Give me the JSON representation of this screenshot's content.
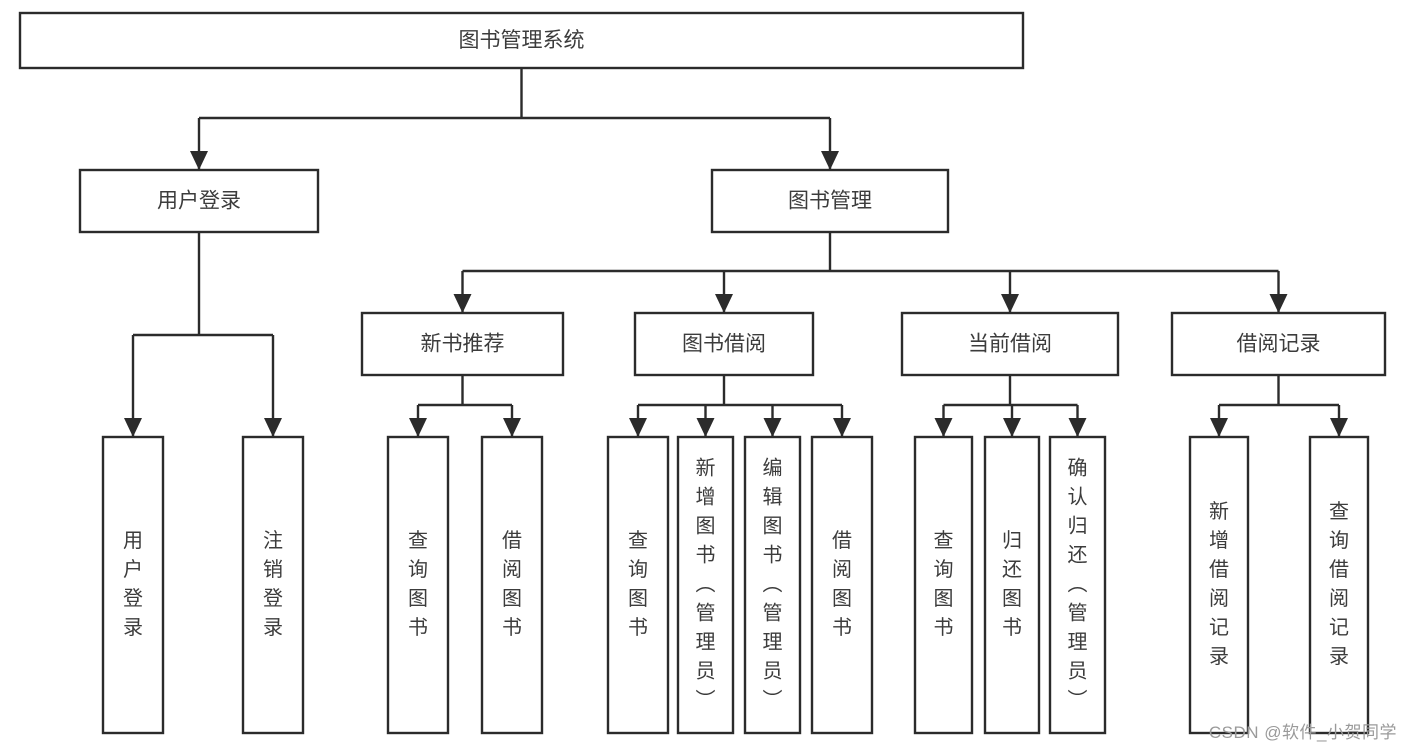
{
  "diagram": {
    "title": "图书管理系统",
    "type": "tree-hierarchy-chart",
    "watermark": "CSDN @软件_小贺同学",
    "colors": {
      "box_stroke": "#2b2b2b",
      "box_fill": "#ffffff",
      "text": "#3c3c3c",
      "connector": "#2b2b2b",
      "background": "#ffffff",
      "watermark": "#9a9a9a"
    },
    "nodes": {
      "root": {
        "label": "图书管理系统"
      },
      "level2": [
        {
          "id": "user-login",
          "label": "用户登录"
        },
        {
          "id": "book-management",
          "label": "图书管理"
        }
      ],
      "level3": [
        {
          "id": "new-book-recommend",
          "label": "新书推荐"
        },
        {
          "id": "book-borrow",
          "label": "图书借阅"
        },
        {
          "id": "current-borrow",
          "label": "当前借阅"
        },
        {
          "id": "borrow-record",
          "label": "借阅记录"
        }
      ],
      "leaves": {
        "user-login": [
          {
            "id": "leaf-user-login",
            "label": "用户登录"
          },
          {
            "id": "leaf-logout",
            "label": "注销登录"
          }
        ],
        "new-book-recommend": [
          {
            "id": "leaf-query-book-1",
            "label": "查询图书"
          },
          {
            "id": "leaf-borrow-book-1",
            "label": "借阅图书"
          }
        ],
        "book-borrow": [
          {
            "id": "leaf-query-book-2",
            "label": "查询图书"
          },
          {
            "id": "leaf-add-book",
            "label": "新增图书（管理员）"
          },
          {
            "id": "leaf-edit-book",
            "label": "编辑图书（管理员）"
          },
          {
            "id": "leaf-borrow-book-2",
            "label": "借阅图书"
          }
        ],
        "current-borrow": [
          {
            "id": "leaf-query-book-3",
            "label": "查询图书"
          },
          {
            "id": "leaf-return-book",
            "label": "归还图书"
          },
          {
            "id": "leaf-confirm-return",
            "label": "确认归还（管理员）"
          }
        ],
        "borrow-record": [
          {
            "id": "leaf-add-record",
            "label": "新增借阅记录"
          },
          {
            "id": "leaf-query-record",
            "label": "查询借阅记录"
          }
        ]
      }
    }
  }
}
